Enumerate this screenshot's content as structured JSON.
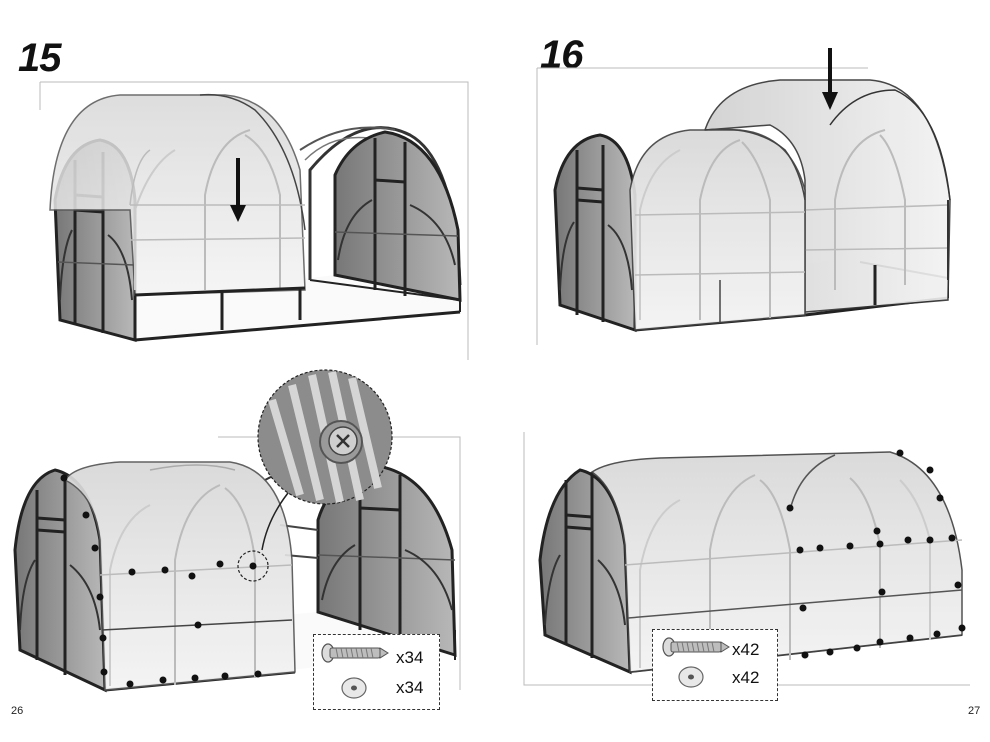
{
  "steps": [
    {
      "number": "15"
    },
    {
      "number": "16"
    }
  ],
  "hardware_left": {
    "screw_qty": "x34",
    "washer_qty": "x34"
  },
  "hardware_right": {
    "screw_qty": "x42",
    "washer_qty": "x42"
  },
  "pages": {
    "left": "26",
    "right": "27"
  },
  "colors": {
    "frame": "#2a2a2a",
    "panel_dark": "#9a9a9a",
    "panel_light": "#e6e6e6",
    "bolt_dot": "#111111"
  }
}
